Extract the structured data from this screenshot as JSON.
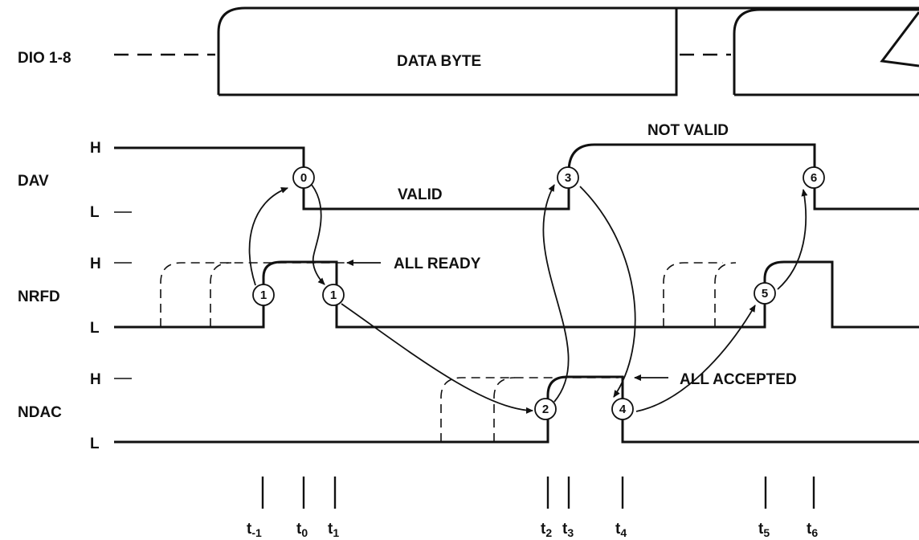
{
  "signals": {
    "dio": "DIO 1-8",
    "dav": "DAV",
    "nrfd": "NRFD",
    "ndac": "NDAC"
  },
  "levels": {
    "high": "H",
    "low": "L"
  },
  "annotations": {
    "data_byte": "DATA BYTE",
    "not_valid": "NOT VALID",
    "valid": "VALID",
    "all_ready": "ALL READY",
    "all_accepted": "ALL ACCEPTED"
  },
  "events": [
    "0",
    "1",
    "1",
    "2",
    "3",
    "4",
    "5",
    "6"
  ],
  "times": [
    {
      "base": "t",
      "sub": "-1"
    },
    {
      "base": "t",
      "sub": "0"
    },
    {
      "base": "t",
      "sub": "1"
    },
    {
      "base": "t",
      "sub": "2"
    },
    {
      "base": "t",
      "sub": "3"
    },
    {
      "base": "t",
      "sub": "4"
    },
    {
      "base": "t",
      "sub": "5"
    },
    {
      "base": "t",
      "sub": "6"
    }
  ]
}
